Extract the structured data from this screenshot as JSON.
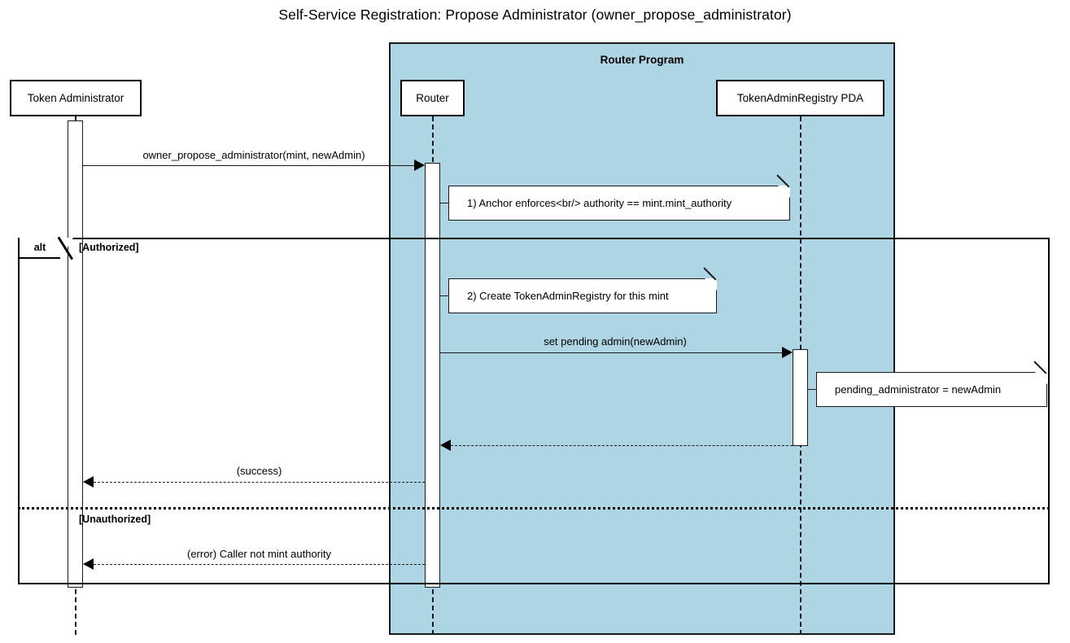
{
  "diagram": {
    "title": "Self-Service Registration: Propose Administrator (owner_propose_administrator)",
    "type": "uml-sequence-diagram",
    "colors": {
      "group_fill": "#aed5e3",
      "stroke": "#1a1a1a",
      "note_fill": "#ffffff",
      "background": "#ffffff"
    }
  },
  "group": {
    "label": "Router Program"
  },
  "participants": [
    {
      "id": "token-administrator",
      "label": "Token Administrator"
    },
    {
      "id": "router",
      "label": "Router"
    },
    {
      "id": "token-admin-registry-pda",
      "label": "TokenAdminRegistry PDA"
    }
  ],
  "messages": [
    {
      "id": "msg-propose",
      "label": "owner_propose_administrator(mint, newAdmin)",
      "from": "token-administrator",
      "to": "router",
      "style": "solid",
      "direction": "right"
    },
    {
      "id": "msg-set-pending-admin",
      "label": "set pending admin(newAdmin)",
      "from": "router",
      "to": "token-admin-registry-pda",
      "style": "solid",
      "direction": "right"
    },
    {
      "id": "msg-pda-return",
      "label": "",
      "from": "token-admin-registry-pda",
      "to": "router",
      "style": "dashed",
      "direction": "left"
    },
    {
      "id": "msg-success",
      "label": "(success)",
      "from": "router",
      "to": "token-administrator",
      "style": "dashed",
      "direction": "left"
    },
    {
      "id": "msg-error",
      "label": "(error) Caller not mint authority",
      "from": "router",
      "to": "token-administrator",
      "style": "dashed",
      "direction": "left"
    }
  ],
  "notes": [
    {
      "id": "note-anchor-enforces",
      "text": "1) Anchor enforces<br/> authority == mint.mint_authority",
      "attached_to": "router"
    },
    {
      "id": "note-create-registry",
      "text": "2) Create TokenAdminRegistry for this mint",
      "attached_to": "router"
    },
    {
      "id": "note-pending-administrator",
      "text": "pending_administrator = newAdmin",
      "attached_to": "token-admin-registry-pda"
    }
  ],
  "fragment": {
    "operator": "alt",
    "guards": [
      {
        "id": "guard-authorized",
        "label": "[Authorized]"
      },
      {
        "id": "guard-unauthorized",
        "label": "[Unauthorized]"
      }
    ]
  }
}
